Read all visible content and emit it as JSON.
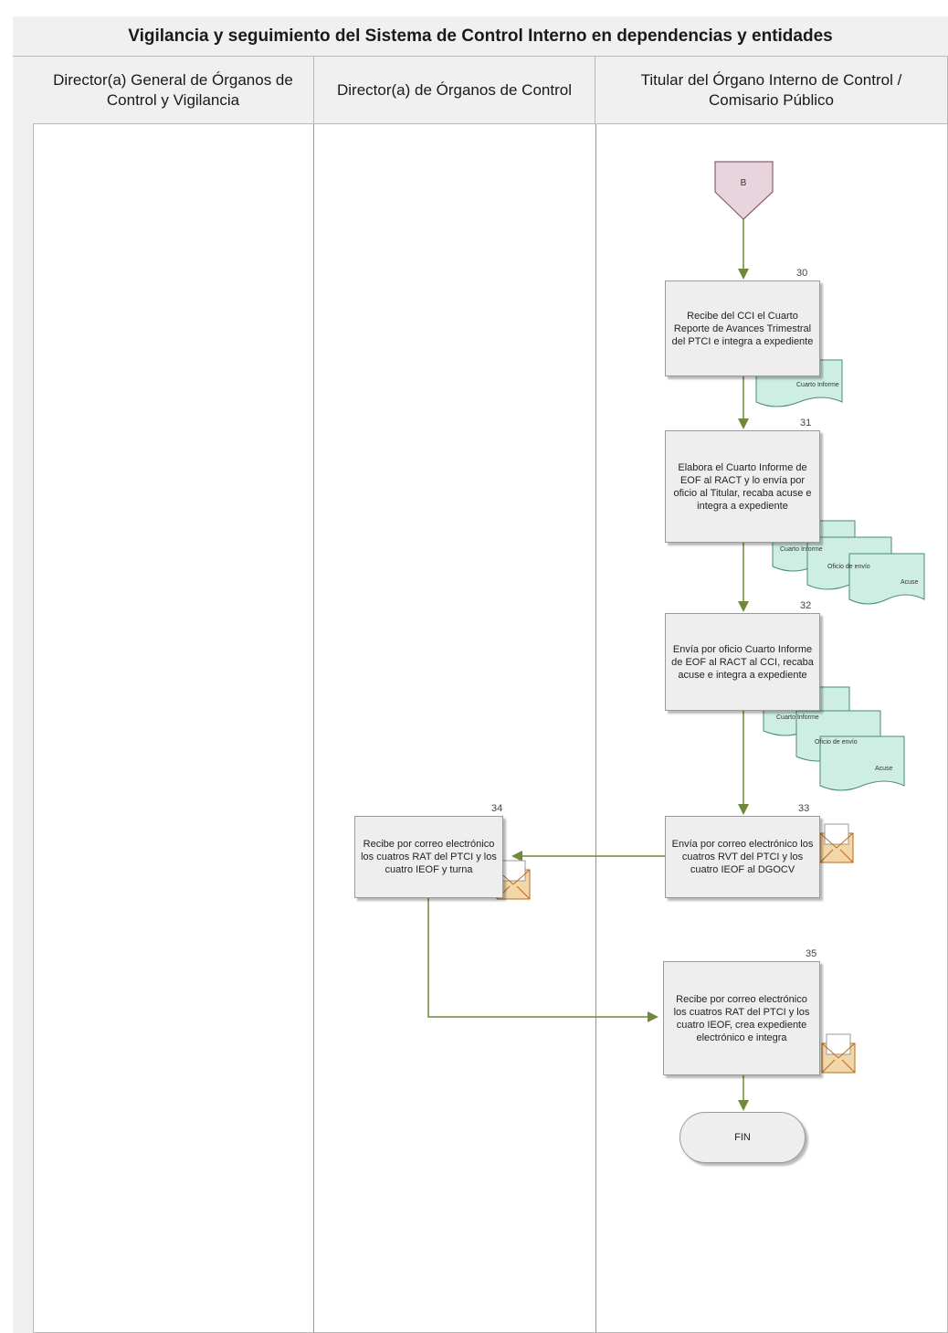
{
  "title": "Vigilancia y seguimiento del Sistema de Control Interno en dependencias y entidades",
  "lanes": [
    "Director(a) General de Órganos de Control y Vigilancia",
    "Director(a) de Órganos de Control",
    "Titular del Órgano Interno de Control / Comisario Público"
  ],
  "connector": "B",
  "steps": {
    "s30": {
      "num": "30",
      "text": "Recibe del CCI el Cuarto Reporte de Avances Trimestral del PTCI e integra a expediente"
    },
    "s31": {
      "num": "31",
      "text": "Elabora el Cuarto Informe de EOF al RACT y lo envía por oficio al Titular, recaba acuse e integra a expediente"
    },
    "s32": {
      "num": "32",
      "text": "Envía por oficio Cuarto Informe de EOF al RACT al CCI, recaba acuse e integra a expediente"
    },
    "s33": {
      "num": "33",
      "text": "Envía por correo electrónico los cuatros RVT del PTCI y los cuatro IEOF al DGOCV"
    },
    "s34": {
      "num": "34",
      "text": "Recibe por correo electrónico los cuatros RAT del PTCI y los cuatro IEOF y turna"
    },
    "s35": {
      "num": "35",
      "text": "Recibe por correo electrónico los cuatros RAT del PTCI y los cuatro IEOF, crea expediente electrónico e integra"
    }
  },
  "docs": {
    "d30": [
      "Cuarto Informe"
    ],
    "d31": [
      "Cuarto Informe",
      "Oficio de envío",
      "Acuse"
    ],
    "d32": [
      "Cuarto Informe",
      "Oficio de envío",
      "Acuse"
    ]
  },
  "end": "FIN",
  "colors": {
    "doc_fill": "#cfeee3",
    "doc_stroke": "#4a8a75",
    "arrow": "#6e8a3a",
    "node_fill": "#eeeeee",
    "envelope": "#e8a23a"
  }
}
